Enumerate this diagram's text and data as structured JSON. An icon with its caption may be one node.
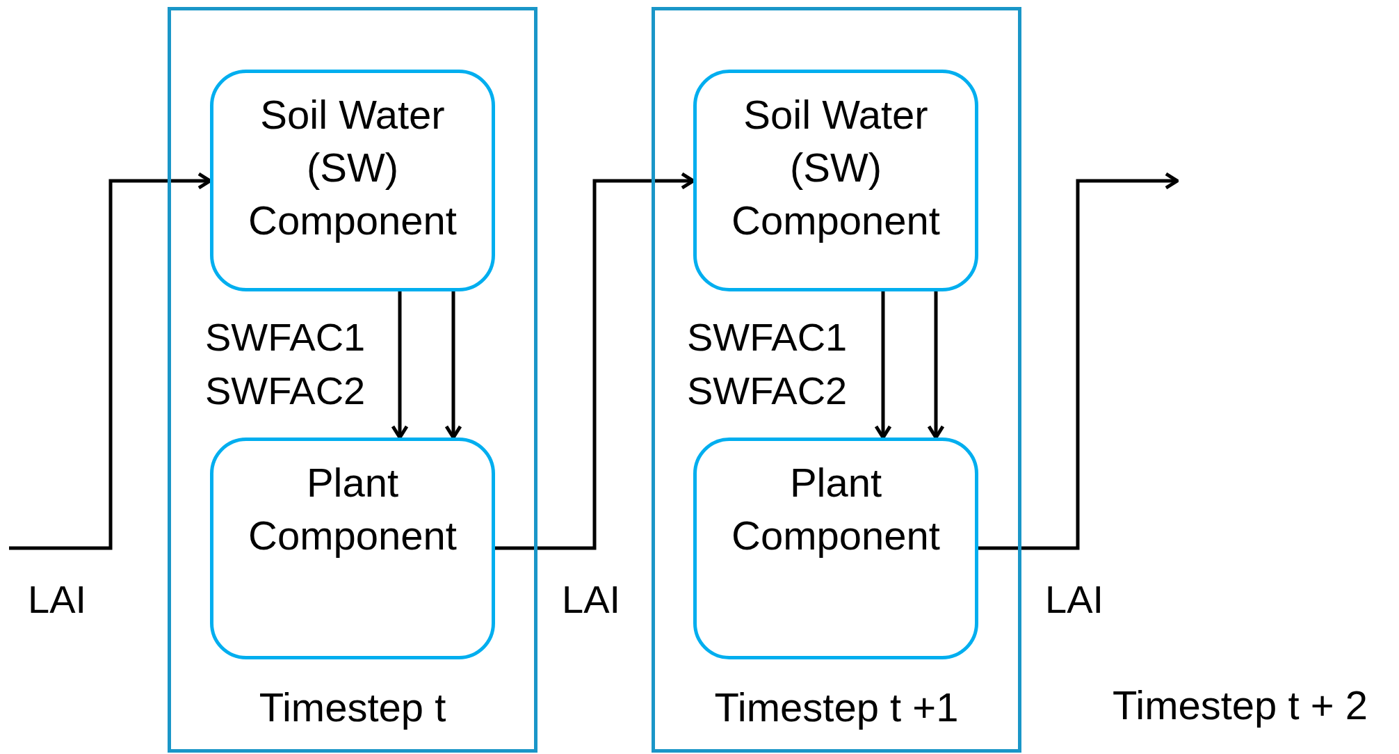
{
  "diagram": {
    "nodes": [
      {
        "text": [
          "Timestep t"
        ]
      },
      {
        "text": [
          "Soil Water (SW) Component"
        ],
        "in": 0
      },
      {
        "text": [
          "Plant Component"
        ],
        "in": 0
      },
      {
        "text": [
          "Timestep t +1"
        ]
      },
      {
        "text": [
          "Soil Water (SW) Component"
        ],
        "in": 3
      },
      {
        "text": [
          "Plant Component"
        ],
        "in": 3
      }
    ],
    "edges": [
      {
        "from": null,
        "to": 1,
        "arrow": "to",
        "label": "LAI"
      },
      {
        "from": 1,
        "to": 2,
        "arrow": "to",
        "label": "SWFAC1"
      },
      {
        "from": 1,
        "to": 2,
        "arrow": "to",
        "label": "SWFAC2"
      },
      {
        "from": 2,
        "to": 4,
        "arrow": "to",
        "label": "LAI"
      },
      {
        "from": 4,
        "to": 5,
        "arrow": "to",
        "label": "SWFAC1"
      },
      {
        "from": 4,
        "to": 5,
        "arrow": "to",
        "label": "SWFAC2"
      },
      {
        "from": 5,
        "to": null,
        "arrow": "to",
        "label": "LAI"
      }
    ],
    "labels": [
      "Timestep t + 2"
    ]
  }
}
